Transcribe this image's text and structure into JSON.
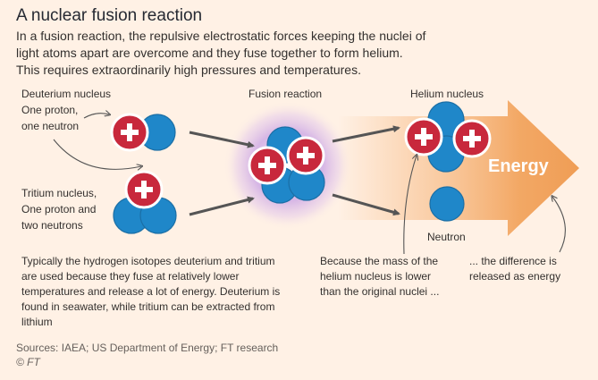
{
  "header": {
    "title": "A nuclear fusion reaction",
    "intro": "In a fusion reaction, the repulsive electrostatic forces keeping the nuclei of light atoms apart are overcome and they fuse together to form helium. This requires extraordinarily high pressures and temperatures."
  },
  "labels": {
    "deuterium": [
      "Deuterium nucleus",
      "One proton,",
      "one neutron"
    ],
    "tritium": [
      "Tritium nucleus,",
      "One proton and",
      "two neutrons"
    ],
    "fusion": "Fusion reaction",
    "helium": "Helium nucleus",
    "neutron": "Neutron",
    "energy": "Energy"
  },
  "notes": {
    "isotopes": "Typically the hydrogen isotopes deuterium and tritium are used because they fuse at relatively lower temperatures and release a lot of energy. Deuterium is found in seawater, while tritium can be extracted from lithium",
    "mass": [
      "Because the mass of the",
      "helium nucleus is lower",
      "than the original nuclei ..."
    ],
    "difference": [
      "... the difference is",
      "released as energy"
    ]
  },
  "footer": {
    "sources": "Sources: IAEA; US Department of Energy; FT research",
    "copyright": "© FT"
  },
  "colors": {
    "background": "#fff1e5",
    "proton": "#c8283c",
    "neutron": "#1f87c9",
    "energy_arrow": "#f0a461",
    "glow": "#b98ad8",
    "arrow": "#555555"
  }
}
